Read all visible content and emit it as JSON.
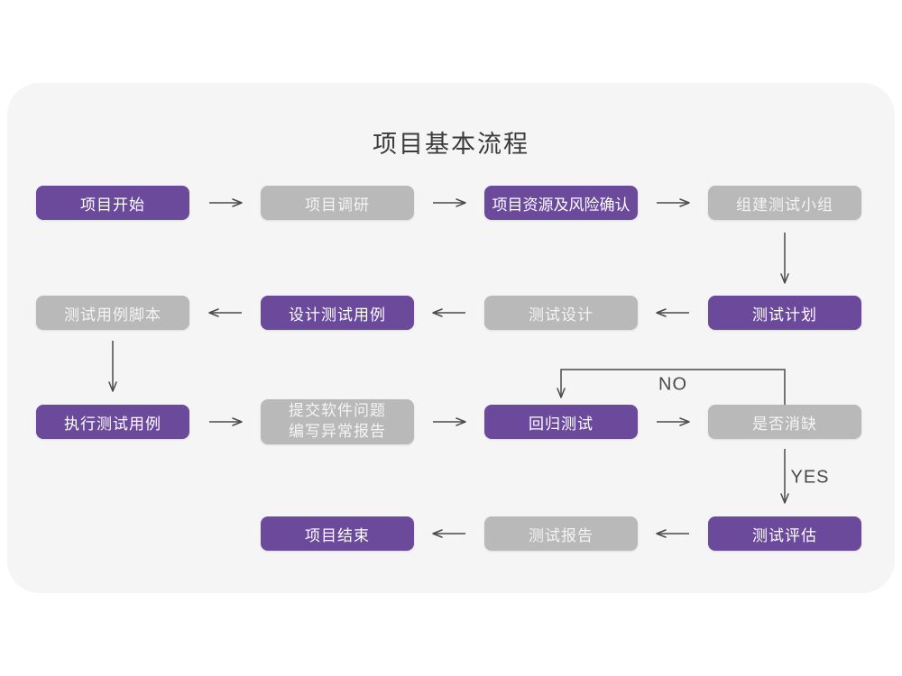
{
  "title": "项目基本流程",
  "edge_labels": {
    "no": "NO",
    "yes": "YES"
  },
  "colors": {
    "purple": "#6b4a9b",
    "gray": "#b9b9b9",
    "card_background": "#f5f5f6",
    "arrow": "#4a4a4a",
    "page_background": "#ffffff"
  },
  "nodes": {
    "project_start": {
      "label": "项目开始",
      "color": "purple"
    },
    "project_research": {
      "label": "项目调研",
      "color": "gray"
    },
    "resource_risk": {
      "label": "项目资源及风险确认",
      "color": "purple"
    },
    "build_team": {
      "label": "组建测试小组",
      "color": "gray"
    },
    "test_plan": {
      "label": "测试计划",
      "color": "purple"
    },
    "test_design": {
      "label": "测试设计",
      "color": "gray"
    },
    "design_cases": {
      "label": "设计测试用例",
      "color": "purple"
    },
    "case_script": {
      "label": "测试用例脚本",
      "color": "gray"
    },
    "execute_cases": {
      "label": "执行测试用例",
      "color": "purple"
    },
    "submit_issue": {
      "line1": "提交软件问题",
      "line2": "编写异常报告",
      "color": "gray"
    },
    "regression_test": {
      "label": "回归测试",
      "color": "purple"
    },
    "defect_cleared": {
      "label": "是否消缺",
      "color": "gray"
    },
    "test_evaluation": {
      "label": "测试评估",
      "color": "purple"
    },
    "test_report": {
      "label": "测试报告",
      "color": "gray"
    },
    "project_end": {
      "label": "项目结束",
      "color": "purple"
    }
  }
}
